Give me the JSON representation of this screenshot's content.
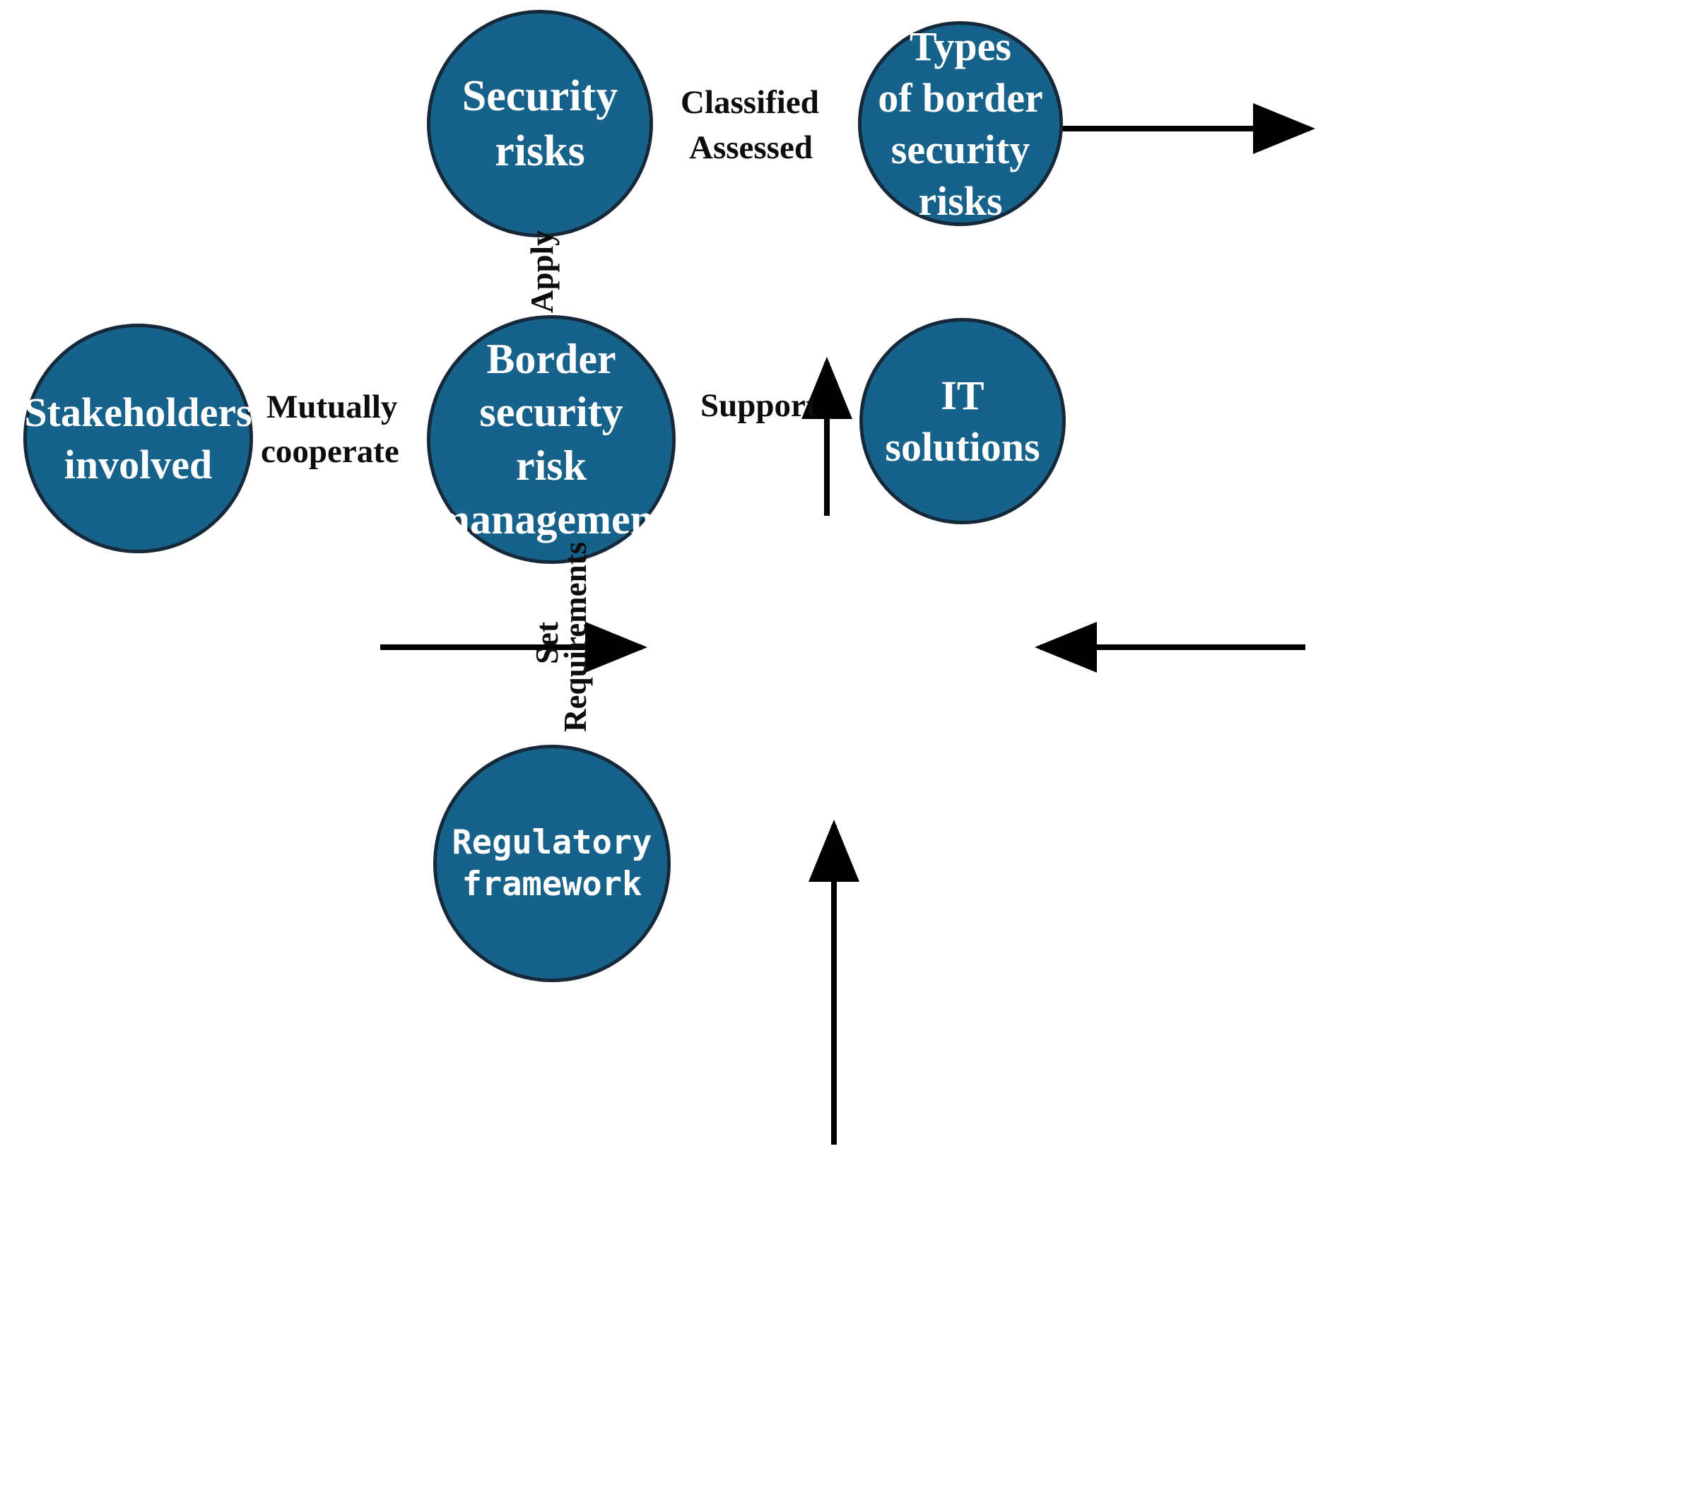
{
  "diagram": {
    "type": "node-link-concept-map",
    "background_color": "#ffffff",
    "node_fill_color": "#17628a",
    "node_border_color": "#16293a",
    "node_text_color": "#ffffff",
    "edge_color": "#000000",
    "edge_label_color": "#0d0d0d",
    "nodes": [
      {
        "id": "security-risks",
        "label": "Security\nrisks",
        "font": "serif",
        "position": "top-center"
      },
      {
        "id": "types-border-risks",
        "label": "Types\nof border\nsecurity\nrisks",
        "font": "serif",
        "position": "top-right"
      },
      {
        "id": "border-srm",
        "label": "Border\nsecurity\nrisk\nmanagement",
        "font": "serif",
        "position": "center"
      },
      {
        "id": "stakeholders",
        "label": "Stakeholders\ninvolved",
        "font": "serif",
        "position": "middle-left"
      },
      {
        "id": "it-solutions",
        "label": "IT\nsolutions",
        "font": "serif",
        "position": "middle-right"
      },
      {
        "id": "regulatory",
        "label": "Regulatory\nframework",
        "font": "monospace",
        "position": "bottom-center"
      }
    ],
    "edges": [
      {
        "id": "security-risks-to-types",
        "from": "security-risks",
        "to": "types-border-risks",
        "direction": "right",
        "label_above": "Classified",
        "label_below": "Assessed"
      },
      {
        "id": "border-srm-to-security-risks",
        "from": "border-srm",
        "to": "security-risks",
        "direction": "up",
        "label_left": "Apply"
      },
      {
        "id": "stakeholders-to-border-srm",
        "from": "stakeholders",
        "to": "border-srm",
        "direction": "right",
        "label_above": "Mutually",
        "label_below": "cooperate"
      },
      {
        "id": "it-solutions-to-border-srm",
        "from": "it-solutions",
        "to": "border-srm",
        "direction": "left",
        "label_above": "Support"
      },
      {
        "id": "regulatory-to-border-srm",
        "from": "regulatory",
        "to": "border-srm",
        "direction": "up",
        "label_left": "Set",
        "label_right": "Requirements"
      }
    ]
  }
}
